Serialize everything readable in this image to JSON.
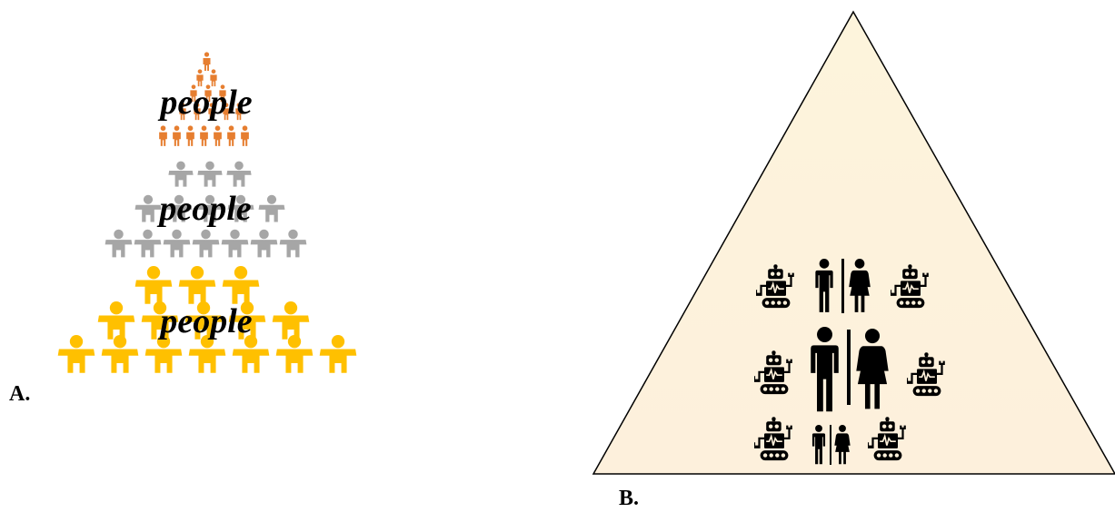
{
  "panels": {
    "a": {
      "label": "A."
    },
    "b": {
      "label": "B."
    }
  },
  "pyramid_a": {
    "tiers": [
      {
        "word": "people",
        "color": "#e67e30"
      },
      {
        "word": "people",
        "color": "#a6a6a6"
      },
      {
        "word": "people",
        "color": "#ffc000"
      }
    ]
  },
  "pyramid_b": {
    "fill_top": "#fdf2d8",
    "fill_bottom": "#fdf0da",
    "rows": [
      {
        "icons": [
          "robot-icon",
          "man-icon",
          "woman-icon",
          "robot-icon"
        ]
      },
      {
        "icons": [
          "robot-icon",
          "man-icon",
          "woman-icon",
          "robot-icon"
        ]
      },
      {
        "icons": [
          "robot-icon",
          "man-icon",
          "woman-icon",
          "robot-icon"
        ]
      }
    ]
  }
}
